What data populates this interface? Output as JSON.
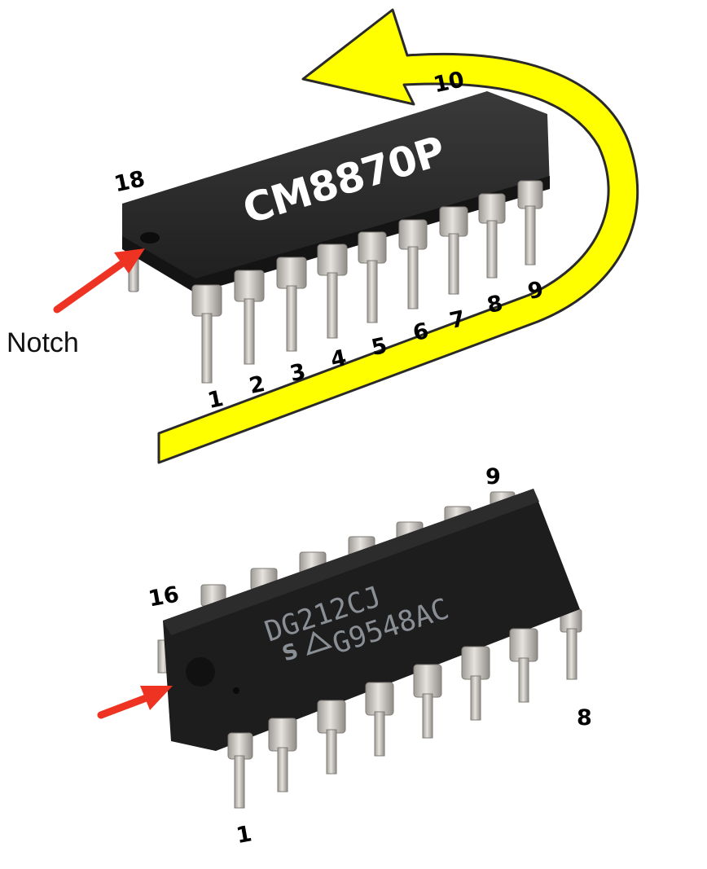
{
  "chip_top": {
    "marking": "CM8870P",
    "notch_label": "Notch",
    "bottom_pins": [
      "1",
      "2",
      "3",
      "4",
      "5",
      "6",
      "7",
      "8",
      "9"
    ],
    "top_labels": [
      "18",
      "10"
    ]
  },
  "chip_bottom": {
    "marking_line1": "DG212CJ",
    "marking_line2": "G9548AC",
    "pin_labels": [
      "16",
      "9",
      "8",
      "1"
    ]
  },
  "colors": {
    "arrow_yellow": "#ffff00",
    "arrow_outline": "#2a2a2a",
    "pointer_red": "#ee3322",
    "ic_body": "#232323",
    "pin": "#c8c4bf"
  }
}
